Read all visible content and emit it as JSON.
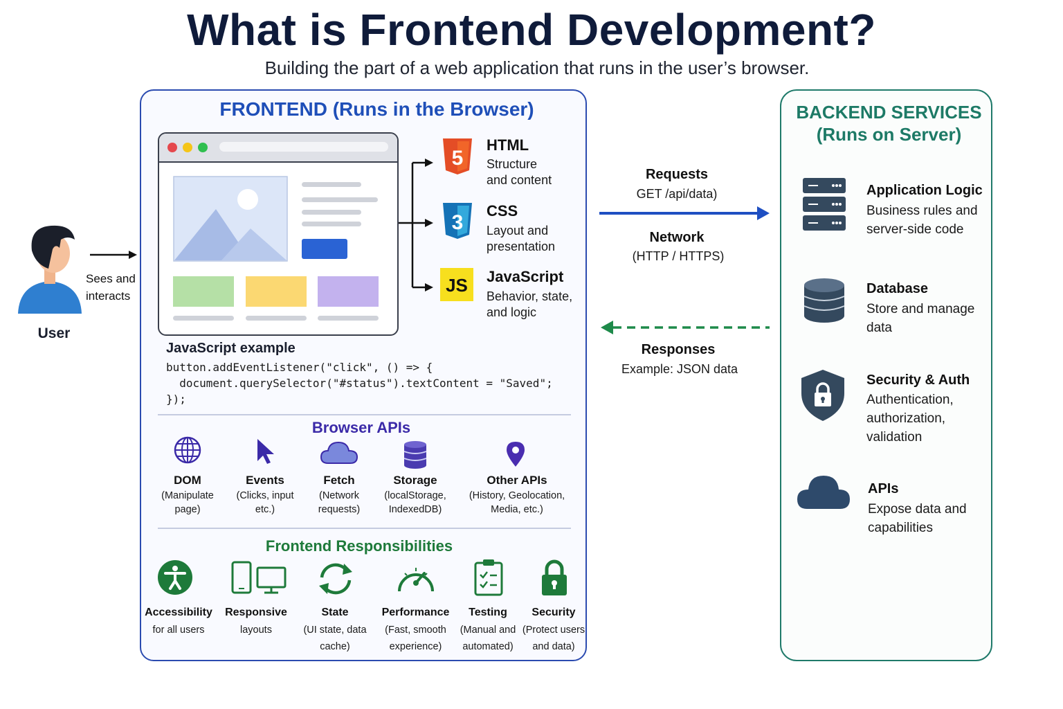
{
  "title": "What is Frontend Development?",
  "subtitle": "Building the part of a web application that runs in the user’s browser.",
  "user": {
    "label": "User",
    "action": [
      "Sees and",
      "interacts"
    ]
  },
  "frontend": {
    "title": "FRONTEND (Runs in the Browser)",
    "technologies": [
      {
        "icon": "html5-icon",
        "name": "HTML",
        "desc": [
          "Structure",
          "and content"
        ],
        "color": "#e44d26"
      },
      {
        "icon": "css3-icon",
        "name": "CSS",
        "desc": [
          "Layout and",
          "presentation"
        ],
        "color": "#1572b6"
      },
      {
        "icon": "js-icon",
        "name": "JavaScript",
        "desc": [
          "Behavior, state,",
          "and logic"
        ],
        "color": "#f7df1e",
        "badge": "JS"
      }
    ],
    "code_example": {
      "title": "JavaScript example",
      "lines": [
        "button.addEventListener(\"click\", () => {",
        "  document.querySelector(\"#status\").textContent = \"Saved\";",
        "});"
      ]
    },
    "browser_apis": {
      "title": "Browser APIs",
      "items": [
        {
          "icon": "globe-icon",
          "name": "DOM",
          "desc": [
            "(Manipulate",
            "page)"
          ]
        },
        {
          "icon": "cursor-icon",
          "name": "Events",
          "desc": [
            "(Clicks, input",
            "etc.)"
          ]
        },
        {
          "icon": "cloud-icon",
          "name": "Fetch",
          "desc": [
            "(Network",
            "requests)"
          ]
        },
        {
          "icon": "database-icon",
          "name": "Storage",
          "desc": [
            "(localStorage,",
            "IndexedDB)"
          ]
        },
        {
          "icon": "location-pin-icon",
          "name": "Other APIs",
          "desc": [
            "(History, Geolocation,",
            "Media, etc.)"
          ]
        }
      ]
    },
    "responsibilities": {
      "title": "Frontend Responsibilities",
      "items": [
        {
          "icon": "accessibility-icon",
          "name": "Accessibility",
          "desc": [
            "for all users"
          ]
        },
        {
          "icon": "devices-icon",
          "name": "Responsive",
          "desc": [
            "layouts"
          ]
        },
        {
          "icon": "refresh-icon",
          "name": "State",
          "desc": [
            "(UI state, data",
            "cache)"
          ]
        },
        {
          "icon": "gauge-icon",
          "name": "Performance",
          "desc": [
            "(Fast, smooth",
            "experience)"
          ]
        },
        {
          "icon": "clipboard-check-icon",
          "name": "Testing",
          "desc": [
            "(Manual and",
            "automated)"
          ]
        },
        {
          "icon": "lock-icon",
          "name": "Security",
          "desc": [
            "(Protect users",
            "and data)"
          ]
        }
      ]
    }
  },
  "network": {
    "requests": {
      "name": "Requests",
      "desc": "GET /api/data)"
    },
    "network": {
      "name": "Network",
      "desc": "(HTTP / HTTPS)"
    },
    "responses": {
      "name": "Responses",
      "desc": "Example: JSON data"
    }
  },
  "backend": {
    "title": [
      "BACKEND SERVICES",
      "(Runs on Server)"
    ],
    "items": [
      {
        "icon": "server-icon",
        "name": "Application Logic",
        "desc": [
          "Business rules and",
          "server-side code"
        ]
      },
      {
        "icon": "database-icon",
        "name": "Database",
        "desc": [
          "Store and manage",
          "data"
        ]
      },
      {
        "icon": "shield-lock-icon",
        "name": "Security & Auth",
        "desc": [
          "Authentication,",
          "authorization,",
          "validation"
        ]
      },
      {
        "icon": "cloud-icon",
        "name": "APIs",
        "desc": [
          "Expose data and",
          "capabilities"
        ]
      }
    ]
  },
  "colors": {
    "frontend_border": "#2b4bb0",
    "frontend_title": "#1f4fb8",
    "browser_apis_title": "#3b2aa8",
    "responsibilities_title": "#1e7a3a",
    "backend_border": "#1f7a6a",
    "request_arrow": "#1e4fc2",
    "response_arrow": "#1e8a4a"
  }
}
